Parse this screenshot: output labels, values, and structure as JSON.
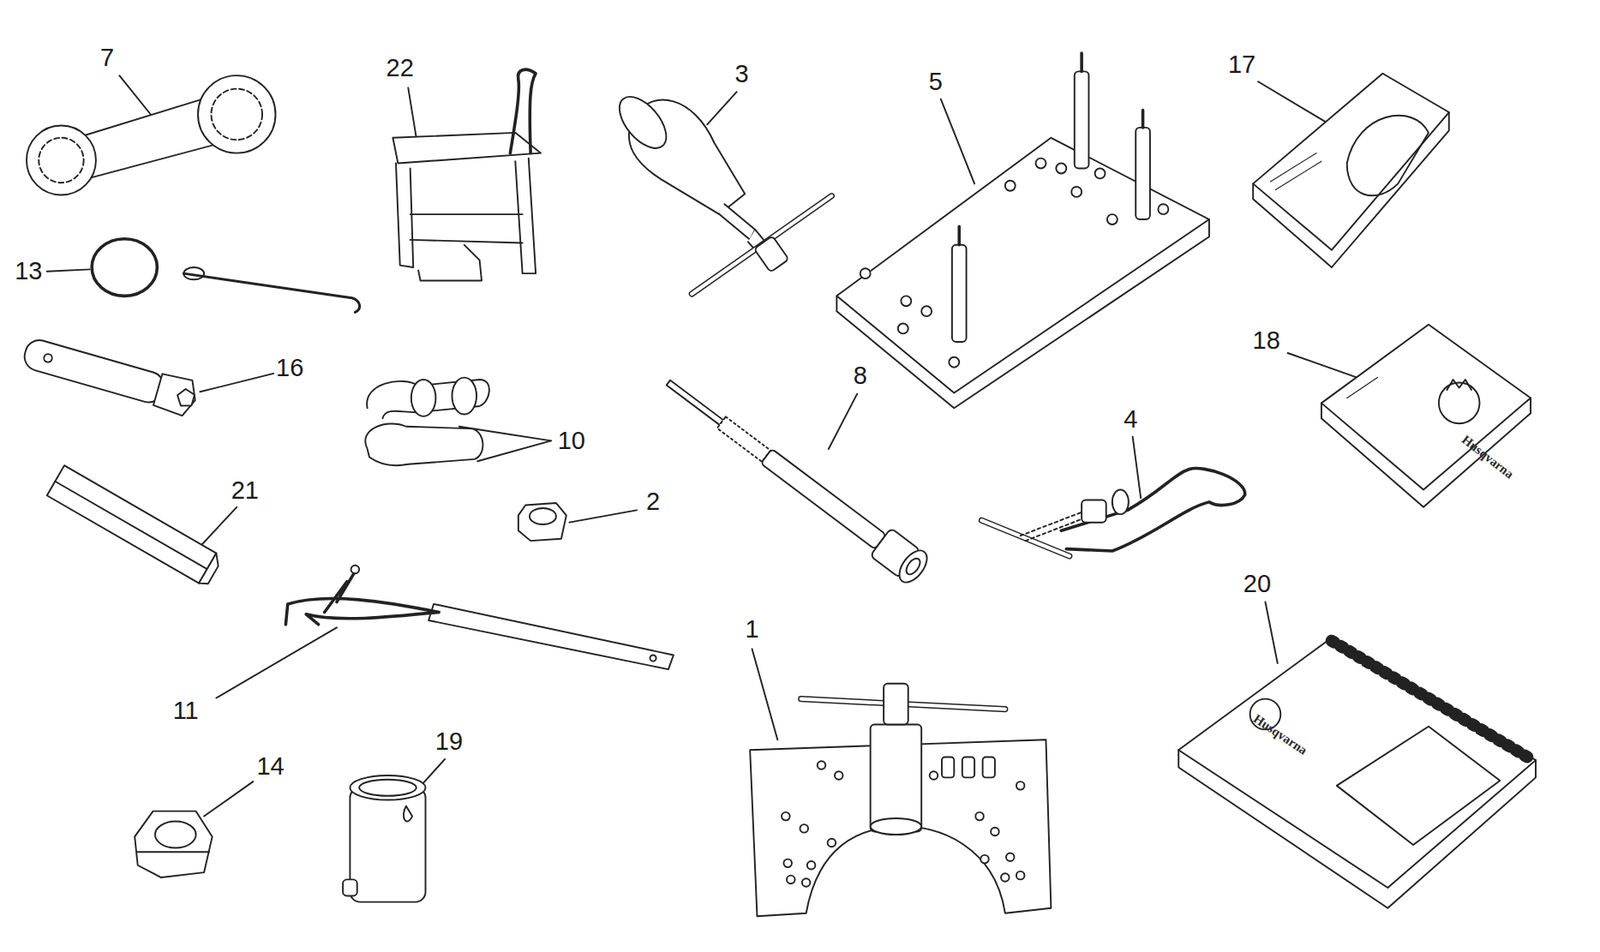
{
  "diagram": {
    "labels": [
      "7",
      "22",
      "3",
      "5",
      "17",
      "13",
      "16",
      "10",
      "8",
      "18",
      "4",
      "21",
      "2",
      "20",
      "11",
      "1",
      "14",
      "19",
      "Husqvarna",
      "Husqvarna"
    ]
  }
}
